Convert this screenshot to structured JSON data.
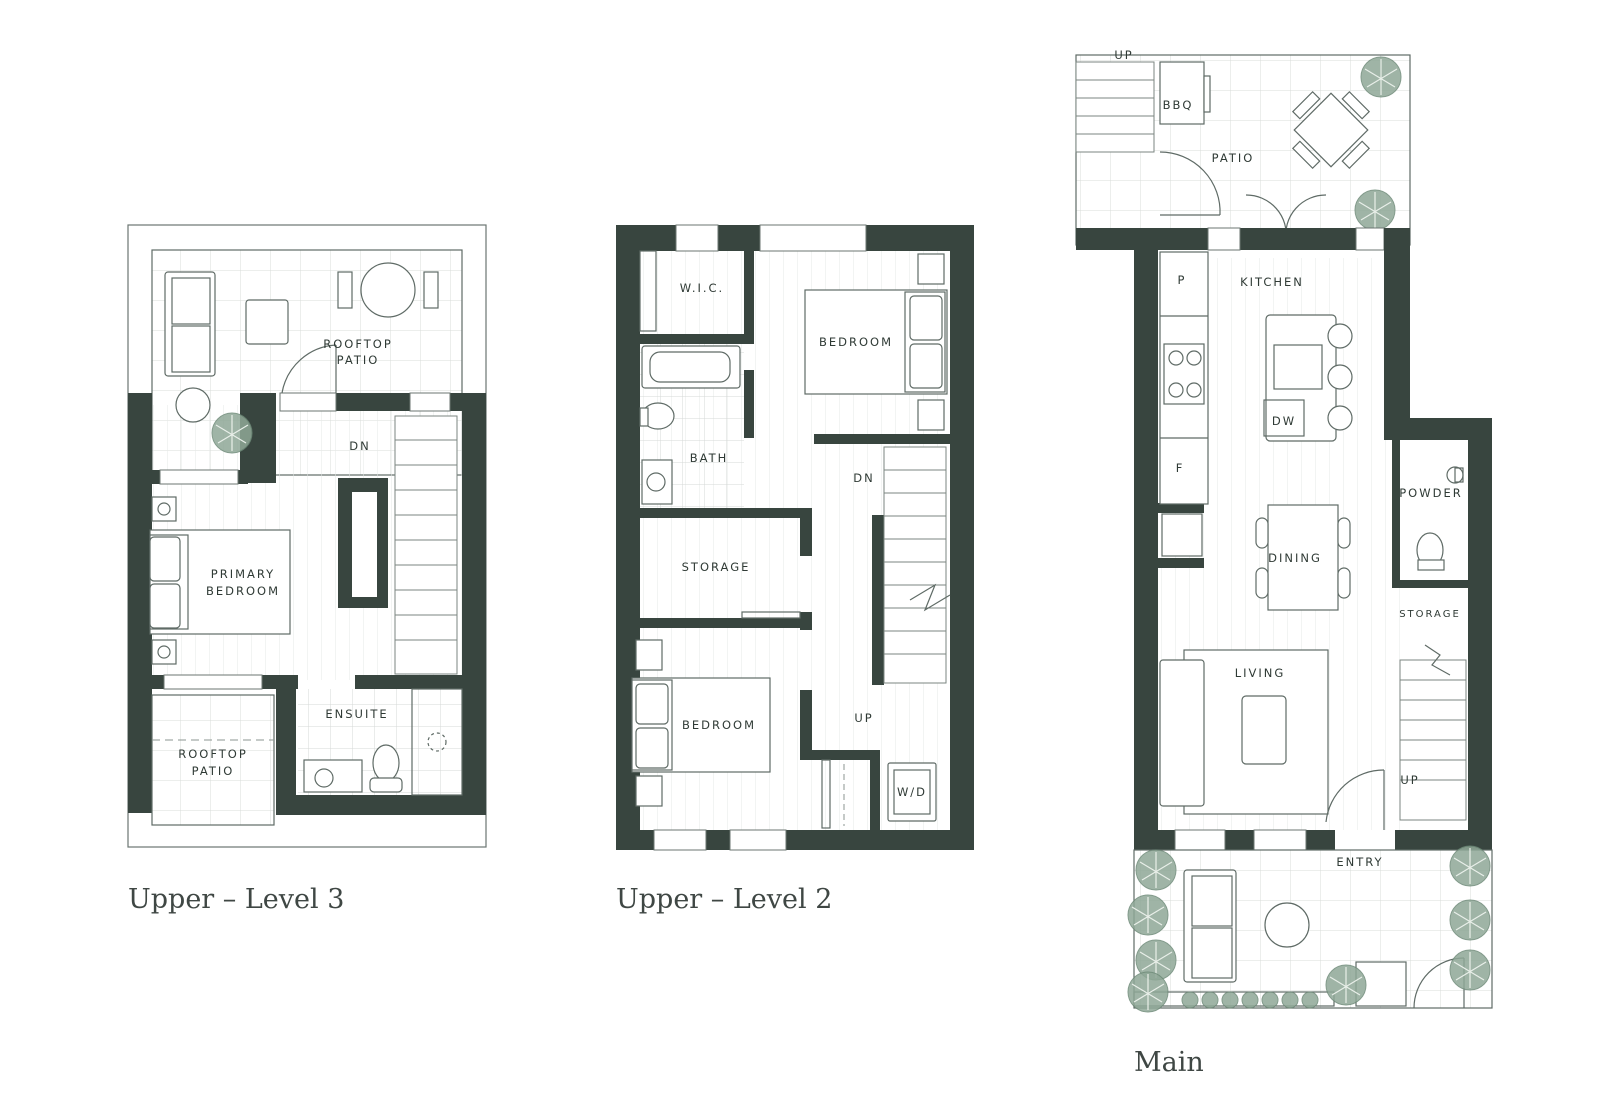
{
  "levels": {
    "level3": {
      "caption": "Upper – Level 3",
      "rooms": {
        "rooftop_patio_top_l1": "ROOFTOP",
        "rooftop_patio_top_l2": "PATIO",
        "dn": "DN",
        "primary_bedroom_l1": "PRIMARY",
        "primary_bedroom_l2": "BEDROOM",
        "ensuite": "ENSUITE",
        "rooftop_patio_bottom_l1": "ROOFTOP",
        "rooftop_patio_bottom_l2": "PATIO"
      }
    },
    "level2": {
      "caption": "Upper – Level 2",
      "rooms": {
        "wic": "W.I.C.",
        "bedroom_top": "BEDROOM",
        "bath": "BATH",
        "dn": "DN",
        "storage": "STORAGE",
        "bedroom_bottom": "BEDROOM",
        "up": "UP",
        "wd": "W/D"
      }
    },
    "main": {
      "caption": "Main",
      "rooms": {
        "up_patio": "UP",
        "bbq": "BBQ",
        "patio": "PATIO",
        "p": "P",
        "kitchen": "KITCHEN",
        "dw": "DW",
        "f": "F",
        "powder": "POWDER",
        "dining": "DINING",
        "storage": "STORAGE",
        "living": "LIVING",
        "up": "UP",
        "entry": "ENTRY"
      }
    }
  },
  "colors": {
    "wall": "#38453f",
    "planting": "#8fa897",
    "line": "#5f6b66",
    "background": "#ffffff"
  }
}
